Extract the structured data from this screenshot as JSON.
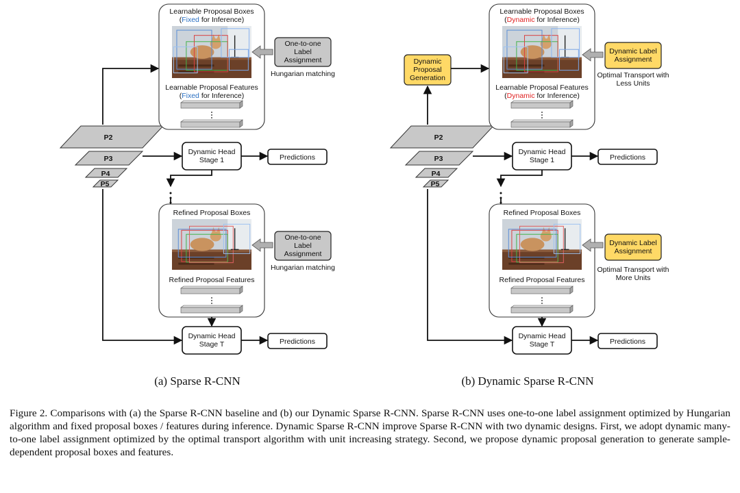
{
  "colors": {
    "blue_text": "#2a6fc2",
    "red_text": "#e02020",
    "gray_box": "#c8c8c8",
    "yellow_box": "#ffd966",
    "stroke": "#111111"
  },
  "icons": {
    "arrow_hollow": "block-arrow-left-icon",
    "image": "cat-on-dresser-photo"
  },
  "panel_a": {
    "top_box": {
      "title": "Learnable Proposal Boxes",
      "note_word": "Fixed",
      "note_rest": " for Inference)",
      "features_title": "Learnable Proposal Features",
      "features_note_word": "Fixed",
      "features_note_rest": " for Inference)"
    },
    "assign_top": {
      "lines": [
        "One-to-one",
        "Label",
        "Assignment"
      ],
      "matching": "Hungarian matching"
    },
    "pyramid": [
      "P2",
      "P3",
      "P4",
      "P5"
    ],
    "head1": [
      "Dynamic Head",
      "Stage 1"
    ],
    "pred1": "Predictions",
    "bottom_box": {
      "title": "Refined Proposal Boxes",
      "features_title": "Refined Proposal Features"
    },
    "assign_bottom": {
      "lines": [
        "One-to-one",
        "Label",
        "Assignment"
      ],
      "matching": "Hungarian matching"
    },
    "headT": [
      "Dynamic Head",
      "Stage T"
    ],
    "predT": "Predictions",
    "subtitle": "(a) Sparse R-CNN"
  },
  "panel_b": {
    "generation": [
      "Dynamic",
      "Proposal",
      "Generation"
    ],
    "top_box": {
      "title": "Learnable Proposal Boxes",
      "note_word": "Dynamic",
      "note_rest": " for Inference)",
      "features_title": "Learnable Proposal Features",
      "features_note_word": "Dynamic",
      "features_note_rest": " for Inference)"
    },
    "assign_top": {
      "lines": [
        "Dynamic Label",
        "Assignment"
      ],
      "note": [
        "Optimal Transport with",
        "Less Units"
      ]
    },
    "pyramid": [
      "P2",
      "P3",
      "P4",
      "P5"
    ],
    "head1": [
      "Dynamic Head",
      "Stage 1"
    ],
    "pred1": "Predictions",
    "bottom_box": {
      "title": "Refined Proposal Boxes",
      "features_title": "Refined Proposal Features"
    },
    "assign_bottom": {
      "lines": [
        "Dynamic Label",
        "Assignment"
      ],
      "note": [
        "Optimal Transport with",
        "More Units"
      ]
    },
    "headT": [
      "Dynamic Head",
      "Stage T"
    ],
    "predT": "Predictions",
    "subtitle": "(b) Dynamic Sparse R-CNN"
  },
  "caption": "Figure 2. Comparisons with (a) the Sparse R-CNN baseline and (b) our Dynamic Sparse R-CNN. Sparse R-CNN uses one-to-one label assignment optimized by Hungarian algorithm and fixed proposal boxes / features during inference. Dynamic Sparse R-CNN improve Sparse R-CNN with two dynamic designs. First, we adopt dynamic many-to-one label assignment optimized by the optimal transport algorithm with unit increasing strategy. Second, we propose dynamic proposal generation to generate sample-dependent proposal boxes and features."
}
